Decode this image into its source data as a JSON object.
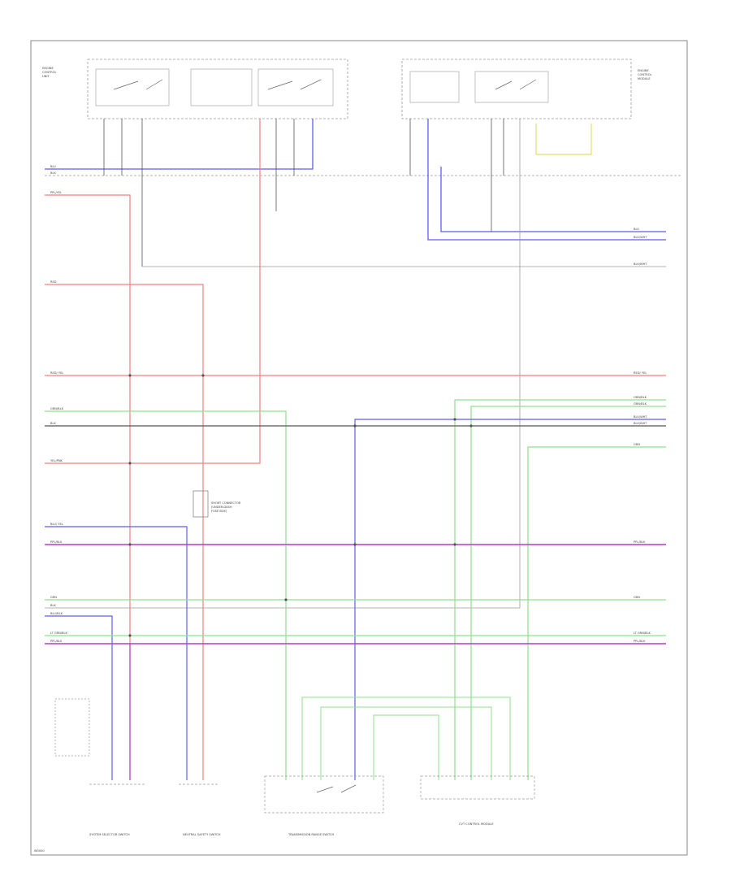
{
  "footer": {
    "code": "W0000"
  },
  "colors": {
    "red": "#f08080",
    "blue": "#5e5ef0",
    "green": "#8fe08f",
    "purple": "#b040c0",
    "black": "#555555",
    "gray": "#9a9a9a",
    "frame": "#8a8a8a",
    "yellow": "#e0e070"
  },
  "wire_labels": {
    "left": [
      "BLU",
      "BLK",
      "PPL/YEL",
      "RED",
      "RED/ YEL",
      "GRN/BLK",
      "BLK",
      "YEL/PNK",
      "BLU/ YEL",
      "PPL/BLK",
      "GRN",
      "BLK",
      "BLU/BLK",
      "LT GRN/BLK",
      "PPL/BLK"
    ],
    "right": [
      "BLU",
      "BLU/WHT",
      "BLK/WHT",
      "RED/ YEL",
      "GRN/BLK",
      "GRN/BLK",
      "BLU/WHT",
      "BLK/WHT",
      "GRN",
      "PPL/BLK",
      "GRN",
      "LT GRN/BLK",
      "PPL/BLK"
    ]
  },
  "components": {
    "top_left": "ENGINE\nCONTROL\nUNIT",
    "top_right": "ENGINE\nCONTROL\nMODULE",
    "relay_note": "FUSE BOX",
    "mid_note": "SHORT CONNECTOR\n(UNDER-DASH\nFUSE BOX)",
    "bottom_1": "SYSTEM SELECTOR\nSWITCH",
    "bottom_2": "NEUTRAL SAFETY\nSWITCH",
    "bottom_3": "TRANSMISSION RANGE SWITCH",
    "bottom_4": "CVT\nCONTROL\nMODULE"
  }
}
